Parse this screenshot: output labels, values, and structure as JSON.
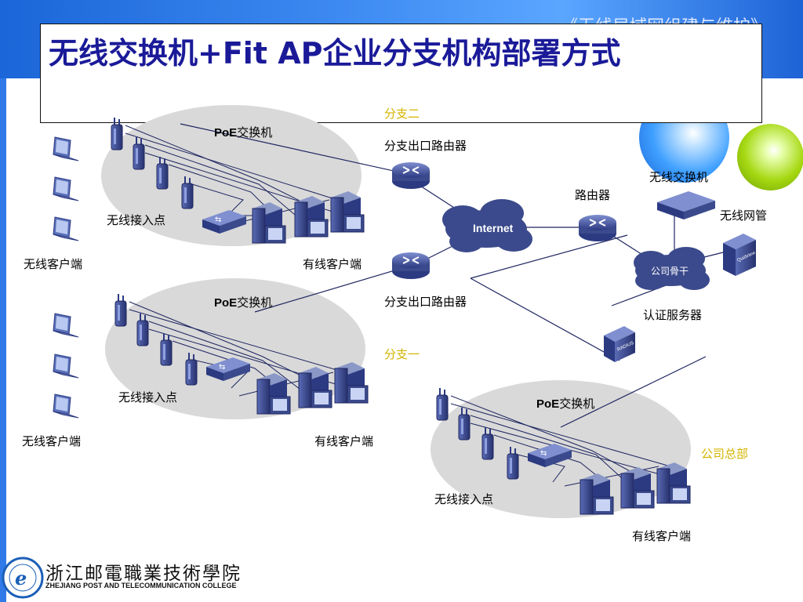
{
  "header": {
    "top_right_text": "《无线局域网组建与维护》",
    "title": "无线交换机+Fit AP企业分支机构部署方式"
  },
  "labels": {
    "branch2": "分支二",
    "branch1": "分支一",
    "hq": "公司总部",
    "poe_prefix": "PoE",
    "poe_suffix": "交换机",
    "wireless_ap": "无线接入点",
    "wireless_client": "无线客户端",
    "wired_client": "有线客户端",
    "branch_router": "分支出口路由器",
    "router": "路由器",
    "wireless_switch": "无线交换机",
    "wireless_mgmt": "无线网管",
    "auth_server": "认证服务器",
    "internet": "Internet",
    "backbone": "公司骨干",
    "radius": "RADIUS",
    "quidview": "Quidview"
  },
  "footer": {
    "college_cn": "浙江邮電職業技術學院",
    "college_en": "ZHEJIANG POST AND TELECOMMUNICATION COLLEGE"
  },
  "colors": {
    "title": "#1a1a99",
    "device": "#3b4a8c",
    "yellow_label": "#d4b400",
    "cluster_bg": "#d9d9d9"
  }
}
